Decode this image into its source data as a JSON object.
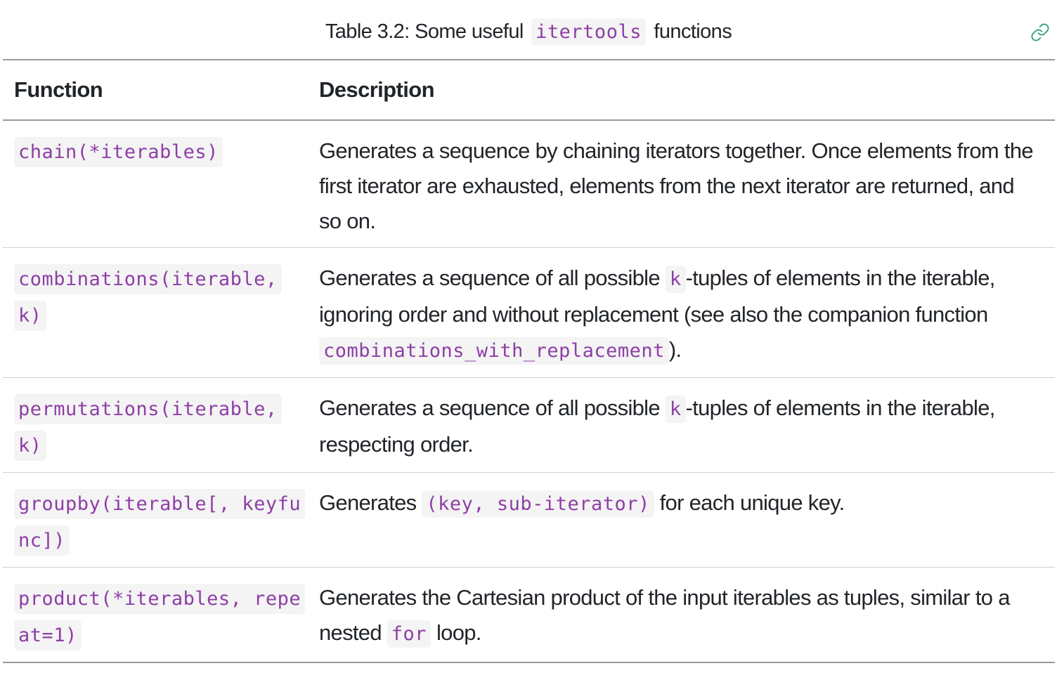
{
  "caption": {
    "prefix": "Table 3.2: Some useful ",
    "code": "itertools",
    "suffix": " functions"
  },
  "anchor_icon": "link-icon",
  "colors": {
    "code_text": "#8e3ea6",
    "code_bg": "#f4f4f4",
    "link_icon": "#3aa37a",
    "text": "#212529"
  },
  "table": {
    "headers": {
      "function": "Function",
      "description": "Description"
    },
    "rows": [
      {
        "function": "chain(*iterables)",
        "description": [
          {
            "text": "Generates a sequence by chaining iterators together. Once elements from the first iterator are exhausted, elements from the next iterator are returned, and so on."
          }
        ]
      },
      {
        "function": "combinations(iterable, k)",
        "description": [
          {
            "text": "Generates a sequence of all possible "
          },
          {
            "code": "k"
          },
          {
            "text": "-tuples of elements in the iterable, ignoring order and without replacement (see also the companion function "
          },
          {
            "code": "combinations_with_replacement"
          },
          {
            "text": ")."
          }
        ]
      },
      {
        "function": "permutations(iterable, k)",
        "description": [
          {
            "text": "Generates a sequence of all possible "
          },
          {
            "code": "k"
          },
          {
            "text": "-tuples of elements in the iterable, respecting order."
          }
        ]
      },
      {
        "function": "groupby(iterable[, keyfunc])",
        "description": [
          {
            "text": "Generates "
          },
          {
            "code": "(key, sub-iterator)"
          },
          {
            "text": " for each unique key."
          }
        ]
      },
      {
        "function": "product(*iterables, repeat=1)",
        "description": [
          {
            "text": "Generates the Cartesian product of the input iterables as tuples, similar to a nested "
          },
          {
            "code": "for"
          },
          {
            "text": " loop."
          }
        ]
      }
    ]
  }
}
